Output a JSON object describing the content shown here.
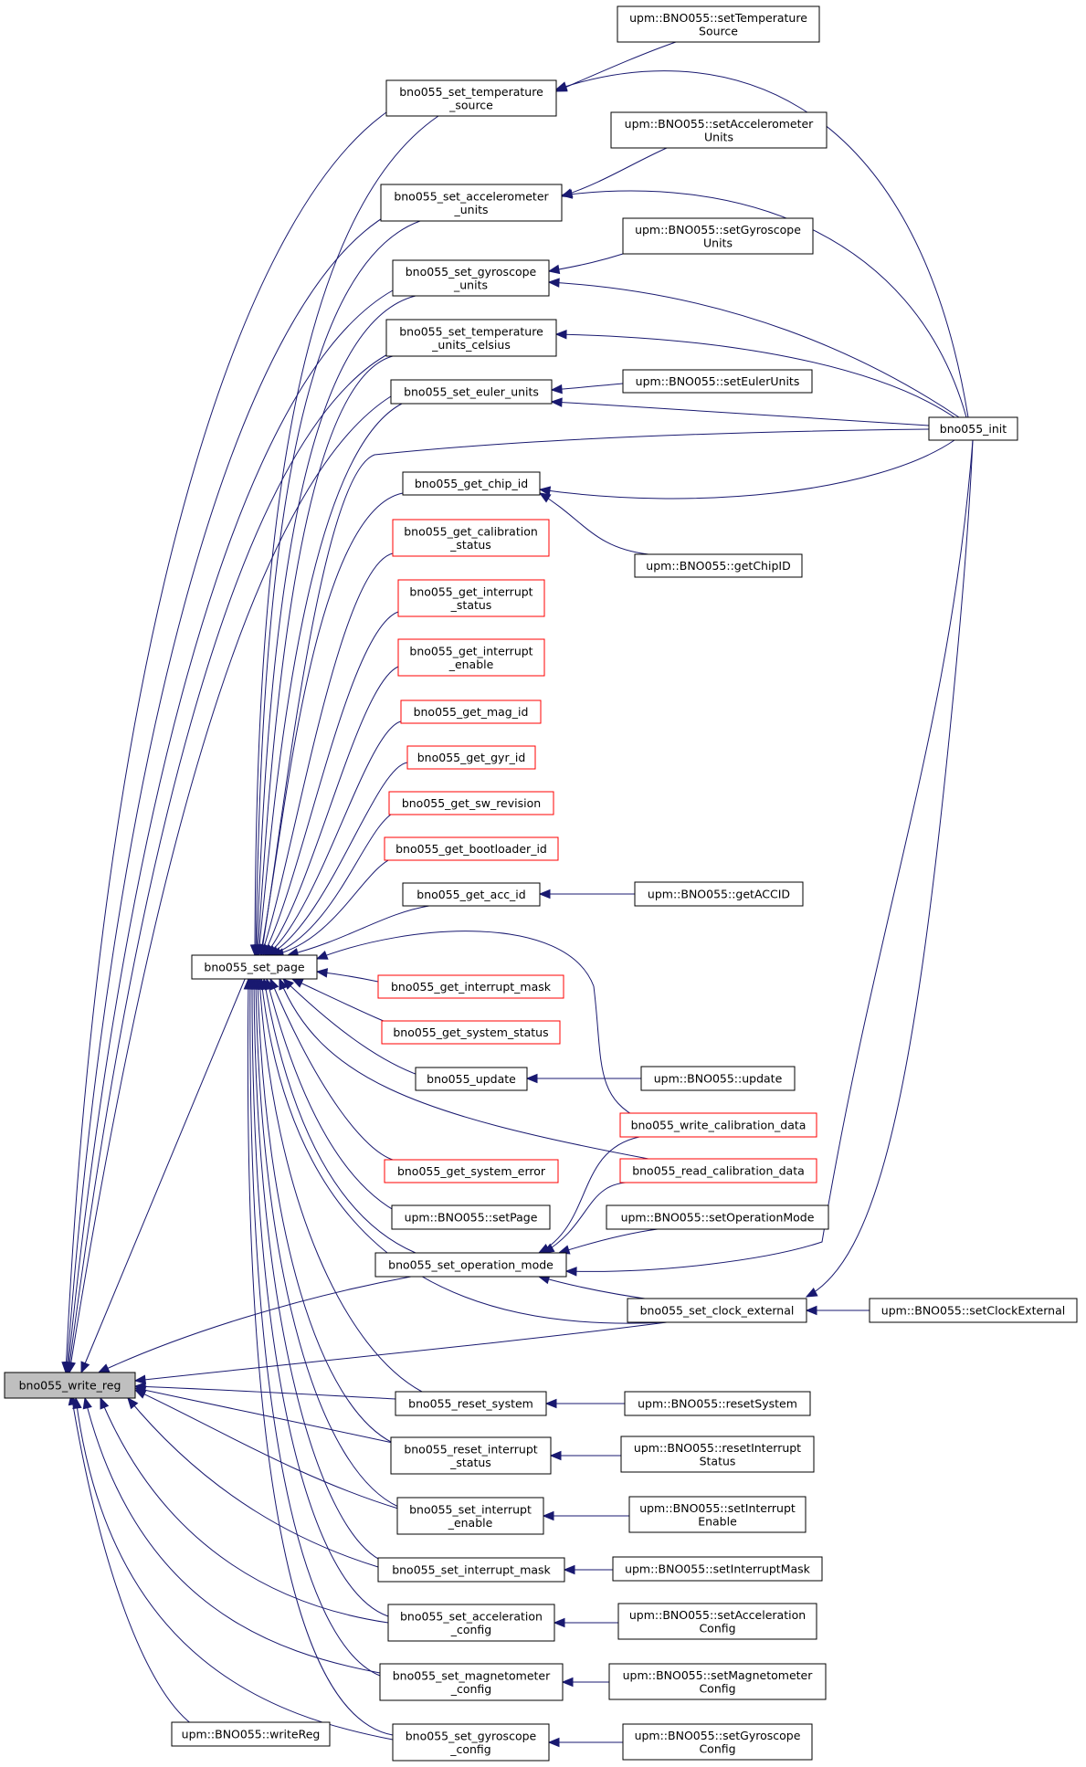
{
  "nodes": {
    "write_reg": {
      "lines": [
        "bno055_write_reg"
      ],
      "style": "focus"
    },
    "set_page": {
      "lines": [
        "bno055_set_page"
      ]
    },
    "writeReg": {
      "lines": [
        "upm::BNO055::writeReg"
      ]
    },
    "set_temperature_source": {
      "lines": [
        "bno055_set_temperature",
        "_source"
      ]
    },
    "set_accelerometer_units": {
      "lines": [
        "bno055_set_accelerometer",
        "_units"
      ]
    },
    "set_gyroscope_units": {
      "lines": [
        "bno055_set_gyroscope",
        "_units"
      ]
    },
    "set_temperature_units_celsius": {
      "lines": [
        "bno055_set_temperature",
        "_units_celsius"
      ]
    },
    "set_euler_units": {
      "lines": [
        "bno055_set_euler_units"
      ]
    },
    "get_chip_id": {
      "lines": [
        "bno055_get_chip_id"
      ]
    },
    "get_calibration_status": {
      "lines": [
        "bno055_get_calibration",
        "_status"
      ],
      "style": "red"
    },
    "get_interrupt_status": {
      "lines": [
        "bno055_get_interrupt",
        "_status"
      ],
      "style": "red"
    },
    "get_interrupt_enable": {
      "lines": [
        "bno055_get_interrupt",
        "_enable"
      ],
      "style": "red"
    },
    "get_mag_id": {
      "lines": [
        "bno055_get_mag_id"
      ],
      "style": "red"
    },
    "get_gyr_id": {
      "lines": [
        "bno055_get_gyr_id"
      ],
      "style": "red"
    },
    "get_sw_revision": {
      "lines": [
        "bno055_get_sw_revision"
      ],
      "style": "red"
    },
    "get_bootloader_id": {
      "lines": [
        "bno055_get_bootloader_id"
      ],
      "style": "red"
    },
    "get_acc_id": {
      "lines": [
        "bno055_get_acc_id"
      ]
    },
    "get_interrupt_mask": {
      "lines": [
        "bno055_get_interrupt_mask"
      ],
      "style": "red"
    },
    "get_system_status": {
      "lines": [
        "bno055_get_system_status"
      ],
      "style": "red"
    },
    "update": {
      "lines": [
        "bno055_update"
      ]
    },
    "get_system_error": {
      "lines": [
        "bno055_get_system_error"
      ],
      "style": "red"
    },
    "setPage": {
      "lines": [
        "upm::BNO055::setPage"
      ]
    },
    "set_operation_mode": {
      "lines": [
        "bno055_set_operation_mode"
      ]
    },
    "reset_system": {
      "lines": [
        "bno055_reset_system"
      ]
    },
    "reset_interrupt_status": {
      "lines": [
        "bno055_reset_interrupt",
        "_status"
      ]
    },
    "set_interrupt_enable": {
      "lines": [
        "bno055_set_interrupt",
        "_enable"
      ]
    },
    "set_interrupt_mask": {
      "lines": [
        "bno055_set_interrupt_mask"
      ]
    },
    "set_acceleration_config": {
      "lines": [
        "bno055_set_acceleration",
        "_config"
      ]
    },
    "set_magnetometer_config": {
      "lines": [
        "bno055_set_magnetometer",
        "_config"
      ]
    },
    "set_gyroscope_config": {
      "lines": [
        "bno055_set_gyroscope",
        "_config"
      ]
    },
    "setTemperatureSource": {
      "lines": [
        "upm::BNO055::setTemperature",
        "Source"
      ]
    },
    "setAccelerometerUnits": {
      "lines": [
        "upm::BNO055::setAccelerometer",
        "Units"
      ]
    },
    "setGyroscopeUnits": {
      "lines": [
        "upm::BNO055::setGyroscope",
        "Units"
      ]
    },
    "setEulerUnits": {
      "lines": [
        "upm::BNO055::setEulerUnits"
      ]
    },
    "getChipID": {
      "lines": [
        "upm::BNO055::getChipID"
      ]
    },
    "getACCID": {
      "lines": [
        "upm::BNO055::getACCID"
      ]
    },
    "updateM": {
      "lines": [
        "upm::BNO055::update"
      ]
    },
    "write_calibration_data": {
      "lines": [
        "bno055_write_calibration_data"
      ],
      "style": "red"
    },
    "read_calibration_data": {
      "lines": [
        "bno055_read_calibration_data"
      ],
      "style": "red"
    },
    "setOperationMode": {
      "lines": [
        "upm::BNO055::setOperationMode"
      ]
    },
    "set_clock_external": {
      "lines": [
        "bno055_set_clock_external"
      ]
    },
    "resetSystem": {
      "lines": [
        "upm::BNO055::resetSystem"
      ]
    },
    "resetInterruptStatus": {
      "lines": [
        "upm::BNO055::resetInterrupt",
        "Status"
      ]
    },
    "setInterruptEnable": {
      "lines": [
        "upm::BNO055::setInterrupt",
        "Enable"
      ]
    },
    "setInterruptMask": {
      "lines": [
        "upm::BNO055::setInterruptMask"
      ]
    },
    "setAccelerationConfig": {
      "lines": [
        "upm::BNO055::setAcceleration",
        "Config"
      ]
    },
    "setMagnetometerConfig": {
      "lines": [
        "upm::BNO055::setMagnetometer",
        "Config"
      ]
    },
    "setGyroscopeConfig": {
      "lines": [
        "upm::BNO055::setGyroscope",
        "Config"
      ]
    },
    "init": {
      "lines": [
        "bno055_init"
      ]
    },
    "setClockExternal": {
      "lines": [
        "upm::BNO055::setClockExternal"
      ]
    }
  },
  "edges": [
    [
      "write_reg",
      "set_page"
    ],
    [
      "write_reg",
      "writeReg"
    ],
    [
      "write_reg",
      "set_temperature_source"
    ],
    [
      "write_reg",
      "set_accelerometer_units"
    ],
    [
      "write_reg",
      "set_gyroscope_units"
    ],
    [
      "write_reg",
      "set_temperature_units_celsius"
    ],
    [
      "write_reg",
      "set_euler_units"
    ],
    [
      "write_reg",
      "set_operation_mode"
    ],
    [
      "write_reg",
      "set_clock_external"
    ],
    [
      "write_reg",
      "reset_system"
    ],
    [
      "write_reg",
      "reset_interrupt_status"
    ],
    [
      "write_reg",
      "set_interrupt_enable"
    ],
    [
      "write_reg",
      "set_interrupt_mask"
    ],
    [
      "write_reg",
      "set_acceleration_config"
    ],
    [
      "write_reg",
      "set_magnetometer_config"
    ],
    [
      "write_reg",
      "set_gyroscope_config"
    ],
    [
      "set_page",
      "set_temperature_source"
    ],
    [
      "set_page",
      "set_accelerometer_units"
    ],
    [
      "set_page",
      "set_gyroscope_units"
    ],
    [
      "set_page",
      "set_temperature_units_celsius"
    ],
    [
      "set_page",
      "set_euler_units"
    ],
    [
      "set_page",
      "init"
    ],
    [
      "set_page",
      "get_chip_id"
    ],
    [
      "set_page",
      "get_calibration_status"
    ],
    [
      "set_page",
      "get_interrupt_status"
    ],
    [
      "set_page",
      "get_interrupt_enable"
    ],
    [
      "set_page",
      "get_mag_id"
    ],
    [
      "set_page",
      "get_gyr_id"
    ],
    [
      "set_page",
      "get_sw_revision"
    ],
    [
      "set_page",
      "get_bootloader_id"
    ],
    [
      "set_page",
      "get_acc_id"
    ],
    [
      "set_page",
      "write_calibration_data"
    ],
    [
      "set_page",
      "get_interrupt_mask"
    ],
    [
      "set_page",
      "get_system_status"
    ],
    [
      "set_page",
      "update"
    ],
    [
      "set_page",
      "read_calibration_data"
    ],
    [
      "set_page",
      "get_system_error"
    ],
    [
      "set_page",
      "setPage"
    ],
    [
      "set_page",
      "set_operation_mode"
    ],
    [
      "set_page",
      "set_clock_external"
    ],
    [
      "set_page",
      "reset_system"
    ],
    [
      "set_page",
      "reset_interrupt_status"
    ],
    [
      "set_page",
      "set_interrupt_enable"
    ],
    [
      "set_page",
      "set_interrupt_mask"
    ],
    [
      "set_page",
      "set_acceleration_config"
    ],
    [
      "set_page",
      "set_magnetometer_config"
    ],
    [
      "set_page",
      "set_gyroscope_config"
    ],
    [
      "set_temperature_source",
      "setTemperatureSource"
    ],
    [
      "set_temperature_source",
      "init"
    ],
    [
      "set_accelerometer_units",
      "setAccelerometerUnits"
    ],
    [
      "set_accelerometer_units",
      "init"
    ],
    [
      "set_gyroscope_units",
      "setGyroscopeUnits"
    ],
    [
      "set_gyroscope_units",
      "init"
    ],
    [
      "set_temperature_units_celsius",
      "init"
    ],
    [
      "set_euler_units",
      "setEulerUnits"
    ],
    [
      "set_euler_units",
      "init"
    ],
    [
      "get_chip_id",
      "init"
    ],
    [
      "get_chip_id",
      "getChipID"
    ],
    [
      "get_acc_id",
      "getACCID"
    ],
    [
      "update",
      "updateM"
    ],
    [
      "set_operation_mode",
      "write_calibration_data"
    ],
    [
      "set_operation_mode",
      "read_calibration_data"
    ],
    [
      "set_operation_mode",
      "setOperationMode"
    ],
    [
      "set_operation_mode",
      "init"
    ],
    [
      "set_operation_mode",
      "set_clock_external"
    ],
    [
      "set_clock_external",
      "init"
    ],
    [
      "set_clock_external",
      "setClockExternal"
    ],
    [
      "reset_system",
      "resetSystem"
    ],
    [
      "reset_interrupt_status",
      "resetInterruptStatus"
    ],
    [
      "set_interrupt_enable",
      "setInterruptEnable"
    ],
    [
      "set_interrupt_mask",
      "setInterruptMask"
    ],
    [
      "set_acceleration_config",
      "setAccelerationConfig"
    ],
    [
      "set_magnetometer_config",
      "setMagnetometerConfig"
    ],
    [
      "set_gyroscope_config",
      "setGyroscopeConfig"
    ]
  ]
}
